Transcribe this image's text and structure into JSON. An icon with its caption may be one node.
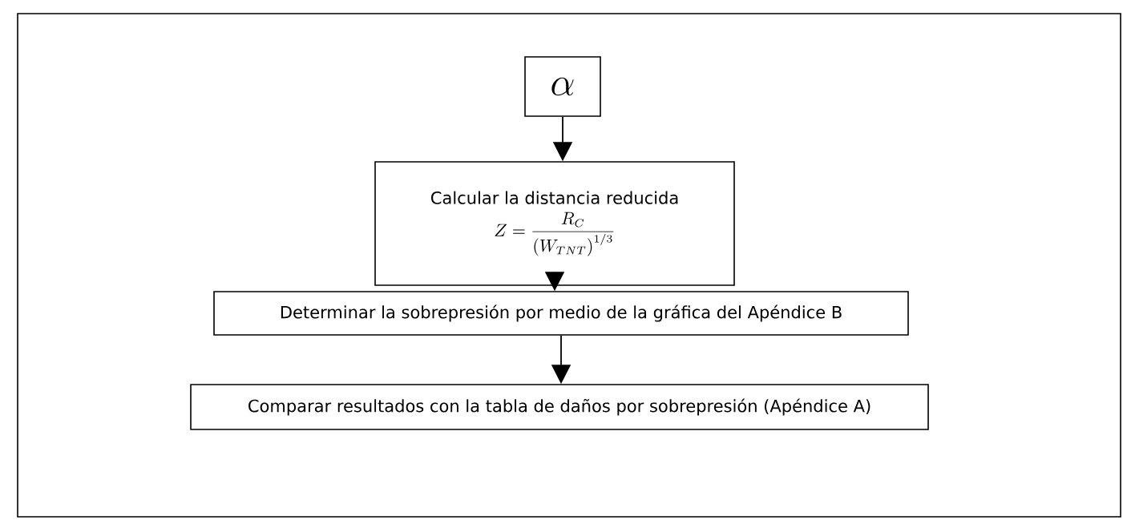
{
  "diagram": {
    "nodes": [
      {
        "text": [
          "\\alpha"
        ]
      },
      {
        "text": [
          "Calcular la distancia reducida",
          "Z = \\frac{R_{C}}{\\left(W_{TNT}\\right)^{1/3}}"
        ]
      },
      {
        "text": [
          "Determinar la sobrepresión por medio de la gráfica del Apéndice B"
        ]
      },
      {
        "text": [
          "Comparar resultados con la tabla de daños por sobrepresión (Apéndice A)"
        ]
      }
    ],
    "edges": [
      {
        "from": 0,
        "to": 1,
        "arrow": "to"
      },
      {
        "from": 1,
        "to": 2,
        "arrow": "to"
      },
      {
        "from": 2,
        "to": 3,
        "arrow": "to"
      }
    ]
  }
}
